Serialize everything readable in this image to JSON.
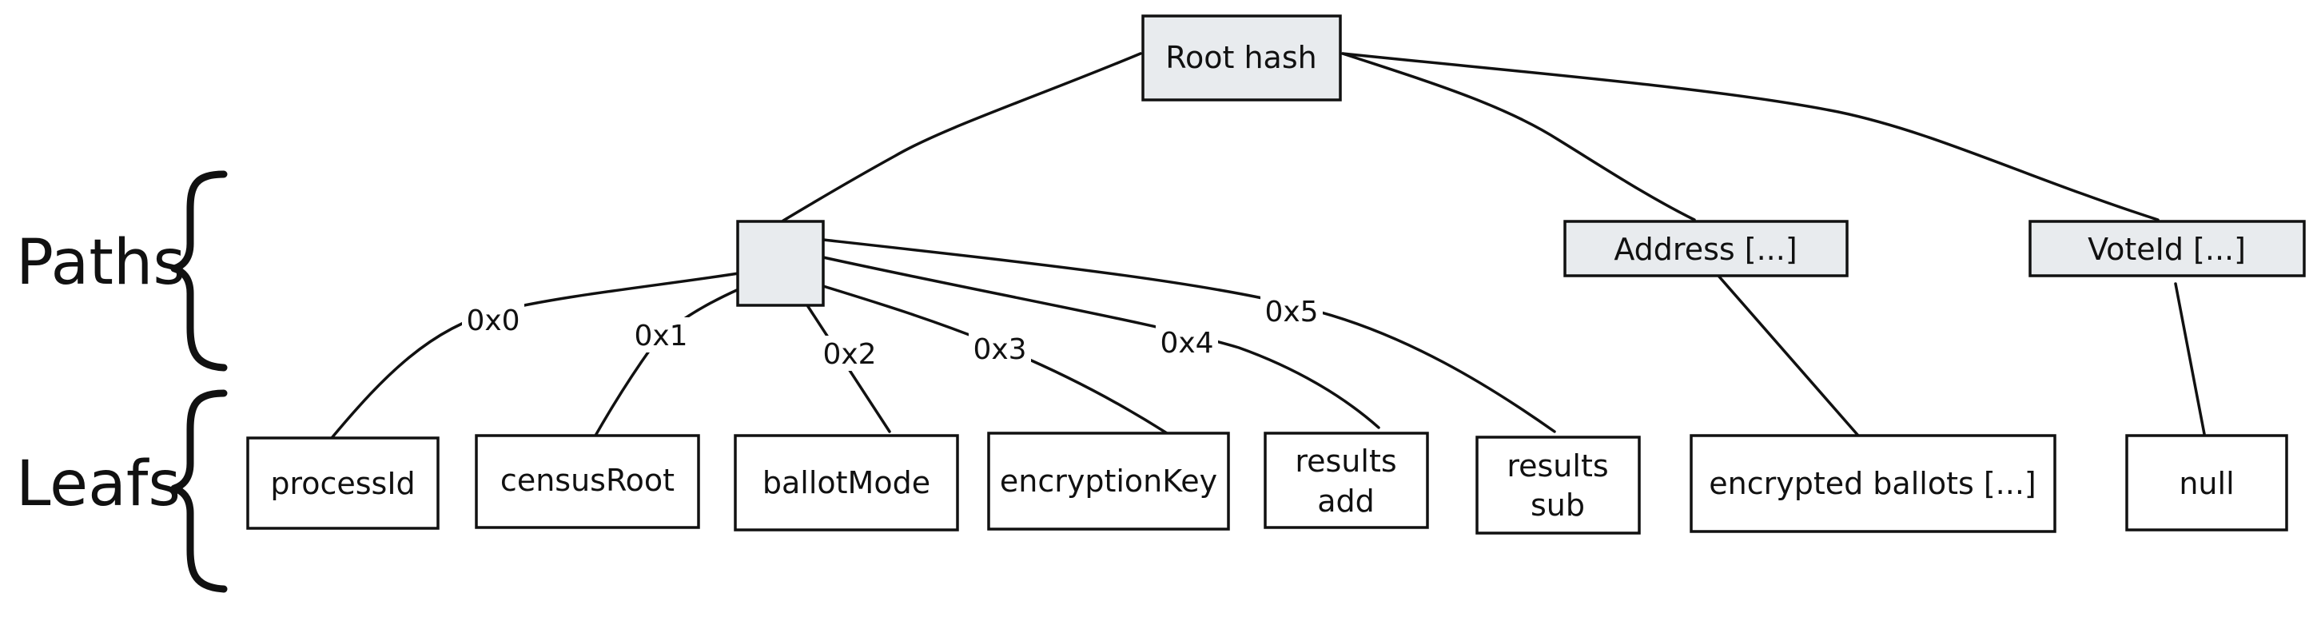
{
  "side_labels": {
    "paths": "Paths",
    "leafs": "Leafs"
  },
  "nodes": {
    "root": "Root hash",
    "process": "",
    "address": "Address [...]",
    "voteid": "VoteId [...]",
    "processId": "processId",
    "censusRoot": "censusRoot",
    "ballotMode": "ballotMode",
    "encryptionKey": "encryptionKey",
    "results_add": [
      "results",
      "add"
    ],
    "results_sub": [
      "results",
      "sub"
    ],
    "encrypted_ballots": "encrypted ballots [...]",
    "null": "null"
  },
  "edge_labels": {
    "e0": "0x0",
    "e1": "0x1",
    "e2": "0x2",
    "e3": "0x3",
    "e4": "0x4",
    "e5": "0x5"
  },
  "edges": [
    {
      "from": "root",
      "to": "process"
    },
    {
      "from": "root",
      "to": "address"
    },
    {
      "from": "root",
      "to": "voteid"
    },
    {
      "from": "process",
      "to": "processId",
      "label": "0x0"
    },
    {
      "from": "process",
      "to": "censusRoot",
      "label": "0x1"
    },
    {
      "from": "process",
      "to": "ballotMode",
      "label": "0x2"
    },
    {
      "from": "process",
      "to": "encryptionKey",
      "label": "0x3"
    },
    {
      "from": "process",
      "to": "results_add",
      "label": "0x4"
    },
    {
      "from": "process",
      "to": "results_sub",
      "label": "0x5"
    },
    {
      "from": "address",
      "to": "encrypted_ballots"
    },
    {
      "from": "voteid",
      "to": "null"
    }
  ],
  "colors": {
    "internal_node_fill": "#e8ebee",
    "leaf_fill": "#ffffff",
    "stroke": "#111111"
  }
}
